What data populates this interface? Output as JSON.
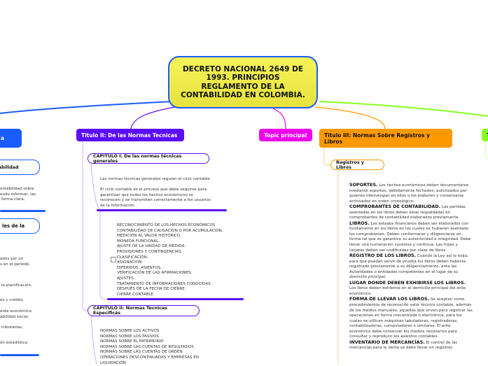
{
  "central": {
    "title": "DECRETO NACIONAL 2649 DE 1993. PRINCIPIOS REGLAMENTO DE LA CONTABILIDAD EN COLOMBIA."
  },
  "colors": {
    "blue": "#1a5cff",
    "purple": "#5b0cff",
    "magenta": "#ee00ee",
    "orange": "#ff9900",
    "green": "#88ff22",
    "central_fill": "#f2ef50"
  },
  "left": {
    "node": "a",
    "sub1": "abilidad",
    "text1": "ontabilidad sobre\nendo informar, las\n forma clara,",
    "sub2": "les de la",
    "t2": "ados por un\ns en el período.",
    "t3": "la planificación,",
    "t4": "es y crédito.",
    "t5": "ente económico.\nabilidad social.",
    "t6": "tributarias,",
    "t7": "ón estadística"
  },
  "titulo2": {
    "label": "Titulo II: De las Normas Tecnicas",
    "cap1": "CAPITULO I: De las normas técnicas generales",
    "cap1_text": "Las normas técnicas generales regulan el ciclo contable.\n\nEl ciclo contable es el proceso que debe seguirse para\ngarantizar que todos los hechos económicos se\nreconocen y se transmiten correctamente a los usuarios\nde la información.",
    "cap1_list": "RECONOCIMIENTO DE LOS HECHOS ECONÓMICOS\nCONTABILIDAD DE CAUSACION O POR ACUMULACIÓN.\nMEDICIÓN AL VALOR HISTÓRICO.\nMONEDA FUNCIONAL.\nAJUSTE DE LA UNIDAD DE MEDIDA.\nPROVISIONES Y CONTINGENCIAS.\nCLASIFICACIÓN.\nASIGNACIÓN.\nDIFERIDOS. ASIENTOS.\nVERIFICACIÓN DE LAS AFIRMACIONES.\nAJUSTES.\nTRATAMIENTO DE INFORMACIONES CONOCIDAS\nDESPUÉS DE LA FECHA DE CIERRE.\nCIERRE CONTABLE.",
    "cap2": "CAPITULO II: Normas Tecnicas Especificas",
    "cap2_list": "NORMAS SOBRE LOS ACTIVOS\nNORMAS SOBRE LOS PASIVOS\nNORMAS SOBRE EL PATRIMONIO\nNORMAS SOBRE LAS CUENTAS DE RESULTADOS\nNORMAS SOBRE LAS CUENTAS DE ORDEN\nOPERACIONES DESCONTINUADAS Y EMPRESAS EN\nLIQUIDACIÓN"
  },
  "topic": {
    "label": "Topic principal"
  },
  "titulo3": {
    "label": "Titulo III: Normas Sobre Registros y Libros",
    "sub": "Registros y Libros",
    "items": [
      {
        "h": "SOPORTES.",
        "t": "  Los hechos económicos deben documentarse mediante soportes, debidamente fechados, autorizados por quienes intervengan en ellos o los elaboren y conservarse archivados en orden cronológico."
      },
      {
        "h": "COMPROBANTES DE CONTABILIDAD.",
        "t": " Las partidas asentadas en los libros deben estar respaldadas en comprobantes de contabilidad elaborados previamente."
      },
      {
        "h": "LIBROS.",
        "t": " Los estados financieros deben ser elaborados con fundamento en los libros en los cuales se hubieren asentado los comprobantes. Deben conformarse y diligenciarse en forma tal que se garantice su autenticidad e integridad. Debe llevar una numeración sucesiva y continua. Las hojas y tarjetas deben ser codificadas por clase de libros."
      },
      {
        "h": "REGISTRO DE LOS LIBROS.",
        "t": " Cuando la Ley así lo exija, para que puedan servir de prueba los libros deben haberse registrado previamente a su diligenciamiento, ante las Autoridades o entidades competentes en el lugar de su domicilio principal."
      },
      {
        "h": "LUGAR DONDE DEBEN EXHIBIRSE LOS LIBROS.",
        "t": " Los libros deben exhibirse en el domicilio principal del ente económico."
      },
      {
        "h": "FORMA DE LLEVAR LOS LIBROS.",
        "t": " Se aceptan como procedimientos de reconocido valor técnico contable, además de los medios manuales, aquellos que sirven para registrar las operaciones en forma mecanizada o electrónica, para los cuales se utilicen máquinas tabuladoras, registradoras, contabilizadoras, computadores o similares. El ente económico debe conservar los medios necesarios para consultar y reproducir los asientos contables."
      },
      {
        "h": "INVENTARIO DE MERCANCÍAS.",
        "t": " El control de las mercancías para la venta se debe llevar en registros"
      }
    ]
  },
  "right": {
    "node": "T"
  }
}
